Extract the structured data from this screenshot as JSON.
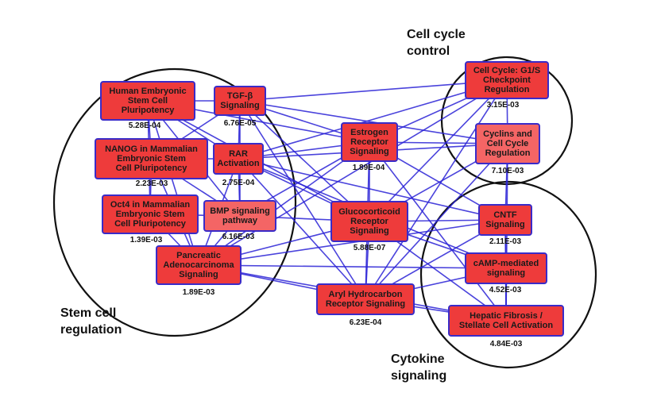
{
  "regions": {
    "cell_cycle": "Cell cycle\ncontrol",
    "stem_cell": "Stem cell\nregulation",
    "cytokine": "Cytokine\nsignaling"
  },
  "nodes": {
    "hesc": {
      "label": "Human Embryonic\nStem Cell\nPluripotency",
      "pvalue": "5.28E-04"
    },
    "tgfb": {
      "label": "TGF-β\nSignaling",
      "pvalue": "6.76E-05"
    },
    "nanog": {
      "label": "NANOG in Mammalian\nEmbryonic Stem\nCell Pluripotency",
      "pvalue": "2.23E-03"
    },
    "rar": {
      "label": "RAR\nActivation",
      "pvalue": "2.75E-04"
    },
    "oct4": {
      "label": "Oct4 in Mammalian\nEmbryonic Stem\nCell Pluripotency",
      "pvalue": "1.39E-03"
    },
    "bmp": {
      "label": "BMP signaling\npathway",
      "pvalue": "6.16E-03"
    },
    "panc": {
      "label": "Pancreatic\nAdenocarcinoma\nSignaling",
      "pvalue": "1.89E-03"
    },
    "estr": {
      "label": "Estrogen\nReceptor\nSignaling",
      "pvalue": "1.89E-04"
    },
    "gluco": {
      "label": "Glucocorticoid\nReceptor\nSignaling",
      "pvalue": "5.88E-07"
    },
    "aryl": {
      "label": "Aryl Hydrocarbon\nReceptor Signaling",
      "pvalue": "6.23E-04"
    },
    "g1s": {
      "label": "Cell Cycle: G1/S\nCheckpoint\nRegulation",
      "pvalue": "3.15E-03"
    },
    "cyclin": {
      "label": "Cyclins and\nCell Cycle\nRegulation",
      "pvalue": "7.10E-03"
    },
    "cntf": {
      "label": "CNTF\nSignaling",
      "pvalue": "2.11E-03"
    },
    "camp": {
      "label": "cAMP-mediated\nsignaling",
      "pvalue": "4.52E-03"
    },
    "hepat": {
      "label": "Hepatic Fibrosis /\nStellate Cell Activation",
      "pvalue": "4.84E-03"
    }
  },
  "colors": {
    "node_fill": "#ee3b3b",
    "node_border": "#3a2bc8",
    "edge": "#2a22d6",
    "region_outline": "#111111"
  }
}
